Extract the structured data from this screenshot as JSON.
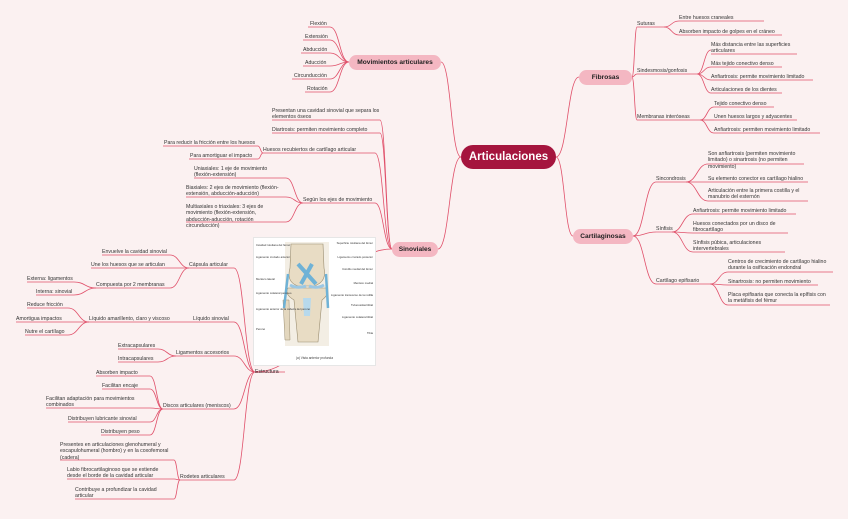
{
  "center": "Articulaciones",
  "branches": {
    "fibrosas": {
      "label": "Fibrosas",
      "suturas": {
        "label": "Suturas",
        "items": [
          "Entre huesos craneales",
          "Absorben impacto de golpes en el cráneo"
        ]
      },
      "sindesmosis": {
        "label": "Sindesmosis/gonfosis",
        "items": [
          "Más distancia entre las superficies articulares",
          "Más tejido conectivo denso",
          "Anfiartrosis: permite movimiento limitado",
          "Articulaciones de los dientes"
        ]
      },
      "membranas": {
        "label": "Membranas interóseas",
        "items": [
          "Tejido conectivo denso",
          "Unen huesos largos y adyacentes",
          "Anfiartrosis: permiten movimiento limitado"
        ]
      }
    },
    "cartilaginosas": {
      "label": "Cartilaginosas",
      "sincondrosis": {
        "label": "Sincondrosis",
        "items": [
          "Son anfiartrosis (permiten movimiento limitado) o sinartrosis (no permiten movimiento)",
          "Su elemento conector es cartílago hialino",
          "Articulación entre la primera costilla y el manubrio del esternón"
        ]
      },
      "sinfisis": {
        "label": "Sínfisis",
        "items": [
          "Anfiartrosis: permite movimiento limitado",
          "Huesos conectados por un disco de fibrocartílago",
          "Sínfisis púbica, articulaciones intervertebrales"
        ]
      },
      "epifisario": {
        "label": "Cartílago epifisario",
        "items": [
          "Centros de crecimiento de cartílago hialino durante la osificación endondral",
          "Sinartrosis: no permiten movimiento",
          "Placa epifisaria que conecta la epífisis con la metáfisis del fémur"
        ]
      }
    },
    "movimientos": {
      "label": "Movimientos articulares",
      "items": [
        "Flexión",
        "Extensión",
        "Abducción",
        "Aducción",
        "Circunducción",
        "Rotación"
      ]
    },
    "sinoviales": {
      "label": "Sinoviales",
      "presentan": "Presentan una cavidad sinovial que separa los elementos óseos",
      "diartrosis": "Diartrosis: permiten movimiento completo",
      "huesos": {
        "label": "Huesos recubiertos de cartílago articular",
        "items": [
          "Para reducir la fricción entre los huesos",
          "Para amortiguar el impacto"
        ]
      },
      "ejes": {
        "label": "Según los ejes de movimiento",
        "items": [
          "Uniaxiales: 1 eje de movimiento (flexión-extensión)",
          "Biaxiales: 2 ejes de movimiento (flexión-extensión, abducción-aducción)",
          "Multiaxiales o triaxiales: 3 ejes de movimiento (flexión-extensión, abducción-aducción, rotación circunducción)"
        ]
      },
      "estructura": {
        "label": "Estructura",
        "capsula": {
          "label": "Cápsula articular",
          "items": [
            "Envuelve la cavidad sinovial",
            "Une los huesos que se articulan"
          ],
          "membranas": {
            "label": "Compuesta por 2 membranas",
            "items": [
              "Externa: ligamentos",
              "Interna: sinovial"
            ]
          }
        },
        "liquido": {
          "label": "Líquido sinovial",
          "sub": {
            "label": "Líquido amarillento, claro y viscoso",
            "items": [
              "Reduce fricción",
              "Amortigua impactos",
              "Nutre el cartílago"
            ]
          }
        },
        "ligamentos": {
          "label": "Ligamentos accesorios",
          "items": [
            "Extracapsulares",
            "Intracapsulares"
          ]
        },
        "discos": {
          "label": "Discos articulares (meniscos)",
          "items": [
            "Absorben impacto",
            "Facilitan encaje",
            "Facilitan adaptación para movimientos combinados",
            "Distribuyen lubricante sinovial",
            "Distribuyen peso"
          ]
        },
        "rodetes": {
          "label": "Rodetes articulares",
          "items": [
            "Presentes en articulaciones glenohumeral y escapulohumeral (hombro) y en la coxofemoral (cadera)",
            "Labio fibrocartilaginoso que se extiende desde el borde de la cavidad articular",
            "Contribuye a profundizar la cavidad articular"
          ]
        }
      }
    }
  },
  "figure": {
    "left_labels": [
      "Cavidad rotuliana del fémur",
      "Ligamento cruzado anterior",
      "Menisco lateral",
      "Ligamento colateral peroneo",
      "Ligamento anterior de la cabeza del peroné",
      "Peroné"
    ],
    "right_labels": [
      "Superficie rotuliana del fémur",
      "Ligamento cruzado posterior",
      "Cóndilo medial del fémur",
      "Menisco medial",
      "Ligamento transverso de la rodilla",
      "Tuberosidad tibial",
      "Ligamento colateral tibial",
      "Tibia"
    ],
    "caption": "(a) Vista anterior profunda"
  },
  "colors": {
    "link": "#e0506a",
    "main": "#a5153e",
    "topic": "#f4b7c2",
    "background": "#fbf1f1"
  }
}
